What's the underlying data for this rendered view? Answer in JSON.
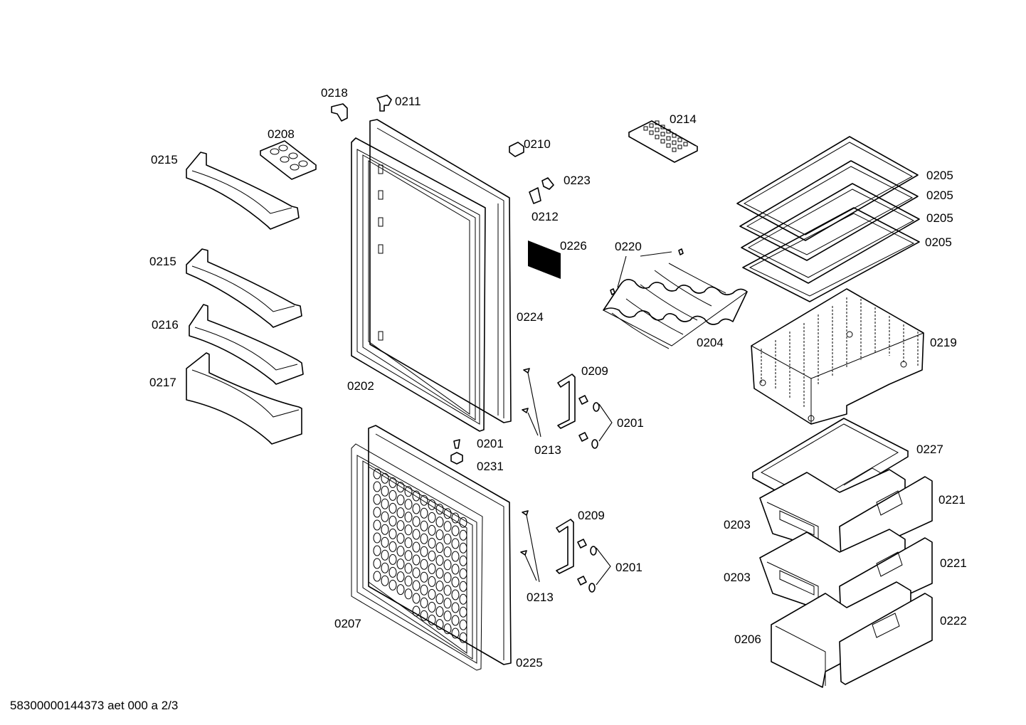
{
  "parts": [
    {
      "id": "0218"
    },
    {
      "id": "0211"
    },
    {
      "id": "0208"
    },
    {
      "id": "0215a"
    },
    {
      "id": "0215b"
    },
    {
      "id": "0216"
    },
    {
      "id": "0217"
    },
    {
      "id": "0202"
    },
    {
      "id": "0210"
    },
    {
      "id": "0223"
    },
    {
      "id": "0212"
    },
    {
      "id": "0226"
    },
    {
      "id": "0224"
    },
    {
      "id": "0214"
    },
    {
      "id": "0220"
    },
    {
      "id": "0204"
    },
    {
      "id": "0205"
    },
    {
      "id": "0219"
    },
    {
      "id": "0209"
    },
    {
      "id": "0201"
    },
    {
      "id": "0213"
    },
    {
      "id": "0231"
    },
    {
      "id": "0207"
    },
    {
      "id": "0225"
    },
    {
      "id": "0227"
    },
    {
      "id": "0203"
    },
    {
      "id": "0221"
    },
    {
      "id": "0206"
    },
    {
      "id": "0222"
    }
  ],
  "labels": {
    "l0218": "0218",
    "l0211": "0211",
    "l0208": "0208",
    "l0215a": "0215",
    "l0215b": "0215",
    "l0216": "0216",
    "l0217": "0217",
    "l0202": "0202",
    "l0210": "0210",
    "l0223": "0223",
    "l0212": "0212",
    "l0226": "0226",
    "l0224": "0224",
    "l0214": "0214",
    "l0220": "0220",
    "l0204": "0204",
    "l0205a": "0205",
    "l0205b": "0205",
    "l0205c": "0205",
    "l0205d": "0205",
    "l0219": "0219",
    "l0209a": "0209",
    "l0209b": "0209",
    "l0201a": "0201",
    "l0201b": "0201",
    "l0201c": "0201",
    "l0213a": "0213",
    "l0213b": "0213",
    "l0231": "0231",
    "l0207": "0207",
    "l0225": "0225",
    "l0227": "0227",
    "l0203a": "0203",
    "l0203b": "0203",
    "l0221a": "0221",
    "l0221b": "0221",
    "l0206": "0206",
    "l0222": "0222"
  },
  "footer": "58300000144373 aet 000 a 2/3"
}
